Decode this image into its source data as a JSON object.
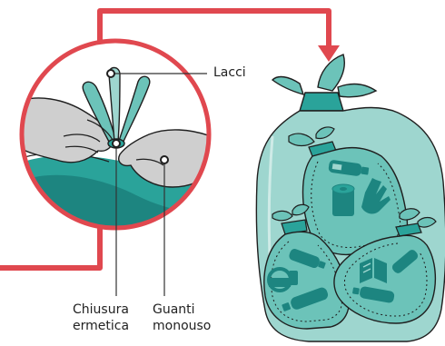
{
  "labels": {
    "lacci": "Lacci",
    "chiusura_line1": "Chiusura",
    "chiusura_line2": "ermetica",
    "guanti_line1": "Guanti",
    "guanti_line2": "monouso"
  },
  "colors": {
    "arrow_red": "#e0484f",
    "bag_teal_light": "#9ed6cf",
    "bag_teal": "#6cc3b9",
    "bag_teal_dark": "#2aa39a",
    "item_dark": "#1d8580",
    "glove_grey": "#cfcfcf",
    "outline": "#1f1f1f"
  },
  "icons": [
    "knotted-bag-icon",
    "gloves-icon",
    "bottle-icon",
    "toilet-roll-icon",
    "glove-icon",
    "book-icon",
    "cup-icon"
  ]
}
